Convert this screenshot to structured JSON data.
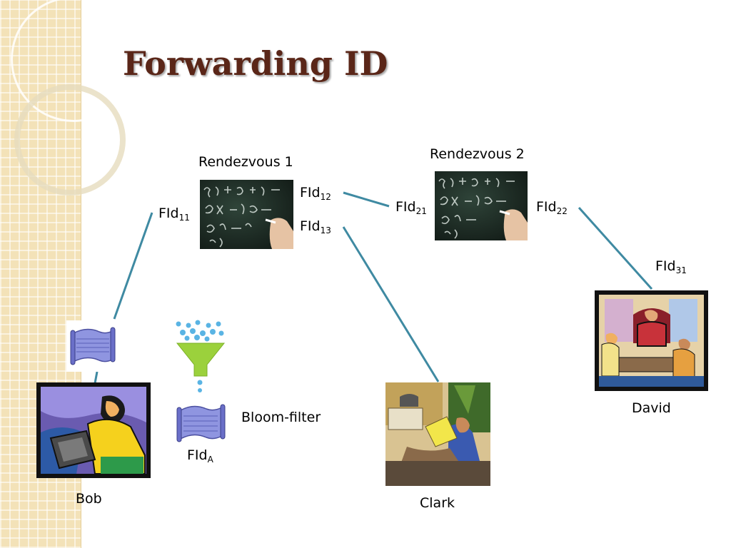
{
  "slide": {
    "title": "Forwarding ID"
  },
  "rendezvous": [
    {
      "label": "Rendezvous 1"
    },
    {
      "label": "Rendezvous 2"
    }
  ],
  "fids": {
    "fid11": {
      "base": "FId",
      "sub": "11"
    },
    "fid12": {
      "base": "FId",
      "sub": "12"
    },
    "fid13": {
      "base": "FId",
      "sub": "13"
    },
    "fid21": {
      "base": "FId",
      "sub": "21"
    },
    "fid22": {
      "base": "FId",
      "sub": "22"
    },
    "fid31": {
      "base": "FId",
      "sub": "31"
    },
    "fidA": {
      "base": "FId",
      "sub": "A"
    }
  },
  "bloom_filter_label": "Bloom-filter",
  "people": {
    "bob": "Bob",
    "clark": "Clark",
    "david": "David"
  },
  "colors": {
    "title": "#5a2618",
    "connector": "#3f8aa2",
    "band": "#f3e2b8"
  }
}
